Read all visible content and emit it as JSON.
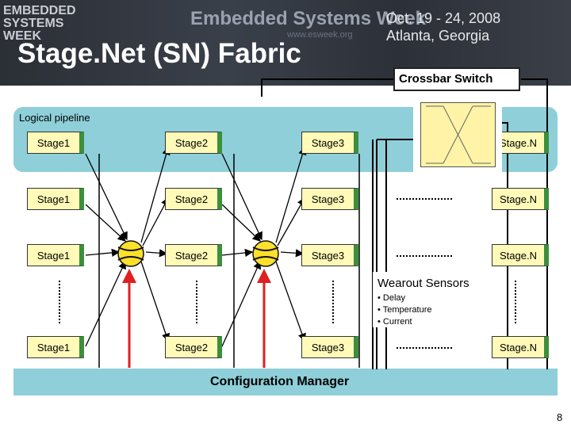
{
  "header": {
    "logo_lines": [
      "EMBEDDED",
      "SYSTEMS",
      "WEEK"
    ],
    "banner": "Embedded Systems Week",
    "url": "www.esweek.org",
    "date_line1": "Oct. 19 - 24, 2008",
    "date_line2": "Atlanta, Georgia"
  },
  "title": "Stage.Net (SN) Fabric",
  "crossbar_label": "Crossbar Switch",
  "logical_pipeline_label": "Logical pipeline",
  "rows": [
    [
      "Stage1",
      "Stage2",
      "Stage3",
      "Stage.N"
    ],
    [
      "Stage1",
      "Stage2",
      "Stage3",
      "Stage.N"
    ],
    [
      "Stage1",
      "Stage2",
      "Stage3",
      "Stage.N"
    ],
    [
      "Stage1",
      "Stage2",
      "Stage3",
      "Stage.N"
    ]
  ],
  "wearout_sensors": {
    "title": "Wearout Sensors",
    "items": [
      "Delay",
      "Temperature",
      "Current"
    ]
  },
  "configuration_manager": "Configuration Manager",
  "page_number": "8",
  "colors": {
    "pipeline_band": "#8ecfd9",
    "stage_fill": "#fffab8",
    "stage_edge": "#3c8f3c",
    "switch_fill": "#fde02a",
    "config_arrow": "#e02020"
  }
}
